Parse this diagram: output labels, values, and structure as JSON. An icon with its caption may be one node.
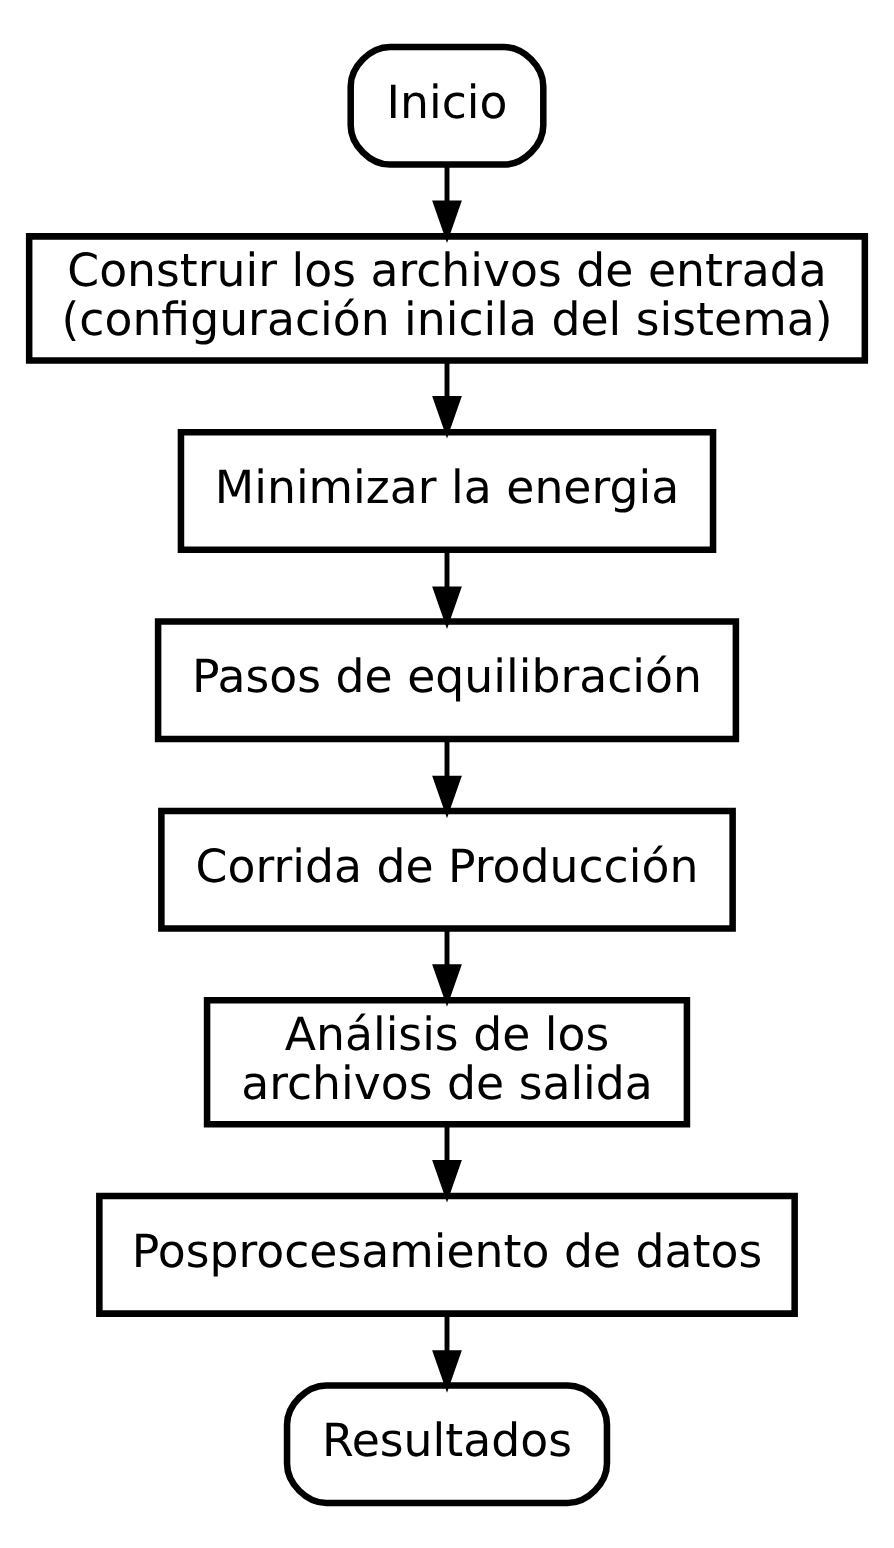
{
  "diagram": {
    "nodes": [
      {
        "text": [
          "Inicio"
        ]
      },
      {
        "text": [
          "Construir los archivos de entrada (configuración inicila del sistema)"
        ]
      },
      {
        "text": [
          "Minimizar la energia"
        ]
      },
      {
        "text": [
          "Pasos de equilibración"
        ]
      },
      {
        "text": [
          "Corrida de Producción"
        ]
      },
      {
        "text": [
          "Análisis de los archivos de salida"
        ]
      },
      {
        "text": [
          "Posprocesamiento de datos"
        ]
      },
      {
        "text": [
          "Resultados"
        ]
      }
    ],
    "edges": [
      {
        "from": 0,
        "to": 1,
        "arrow": "to"
      },
      {
        "from": 1,
        "to": 2,
        "arrow": "to"
      },
      {
        "from": 2,
        "to": 3,
        "arrow": "to"
      },
      {
        "from": 3,
        "to": 4,
        "arrow": "to"
      },
      {
        "from": 4,
        "to": 5,
        "arrow": "to"
      },
      {
        "from": 5,
        "to": 6,
        "arrow": "to"
      },
      {
        "from": 6,
        "to": 7,
        "arrow": "to"
      }
    ]
  }
}
